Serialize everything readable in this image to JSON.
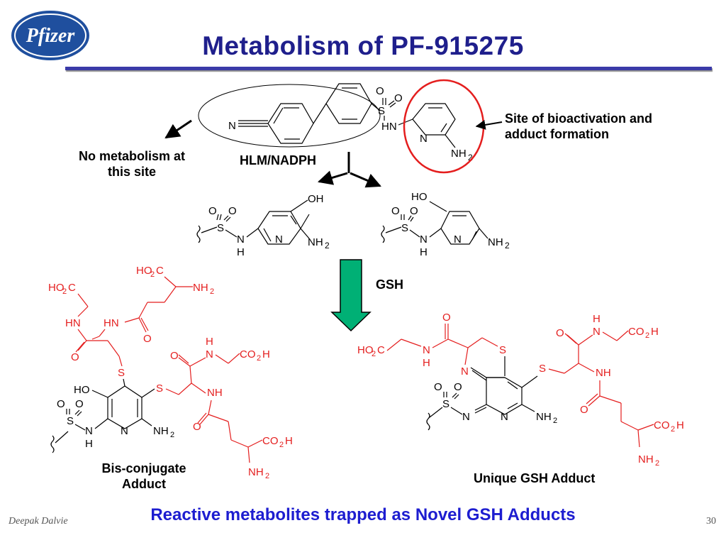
{
  "slide": {
    "title": "Metabolism of PF-915275",
    "logo_text": "Pfizer",
    "bottom_caption": "Reactive metabolites trapped as Novel GSH Adducts",
    "author": "Deepak Dalvie",
    "page_number": "30"
  },
  "labels": {
    "site_bioactivation": "Site of bioactivation and adduct formation",
    "no_metabolism": "No metabolism at this site",
    "hlm_nadph": "HLM/NADPH",
    "gsh": "GSH",
    "bis_conjugate": "Bis-conjugate Adduct",
    "unique_adduct": "Unique GSH Adduct"
  },
  "colors": {
    "title_blue": "#1f1f8c",
    "caption_blue": "#1d1dd0",
    "adduct_red": "#e41e1e",
    "arrow_green": "#00b075",
    "highlight_circle": "#e41e1e"
  }
}
